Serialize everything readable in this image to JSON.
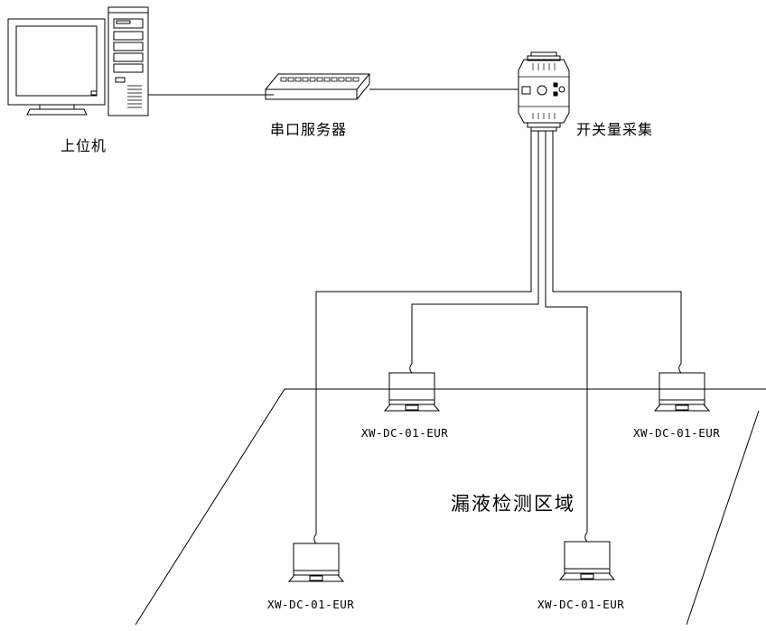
{
  "labels": {
    "host_computer": "上位机",
    "serial_server": "串口服务器",
    "switch_collector": "开关量采集",
    "leak_zone": "漏液检测区域"
  },
  "sensors": [
    {
      "model": "XW-DC-01-EUR"
    },
    {
      "model": "XW-DC-01-EUR"
    },
    {
      "model": "XW-DC-01-EUR"
    },
    {
      "model": "XW-DC-01-EUR"
    }
  ]
}
